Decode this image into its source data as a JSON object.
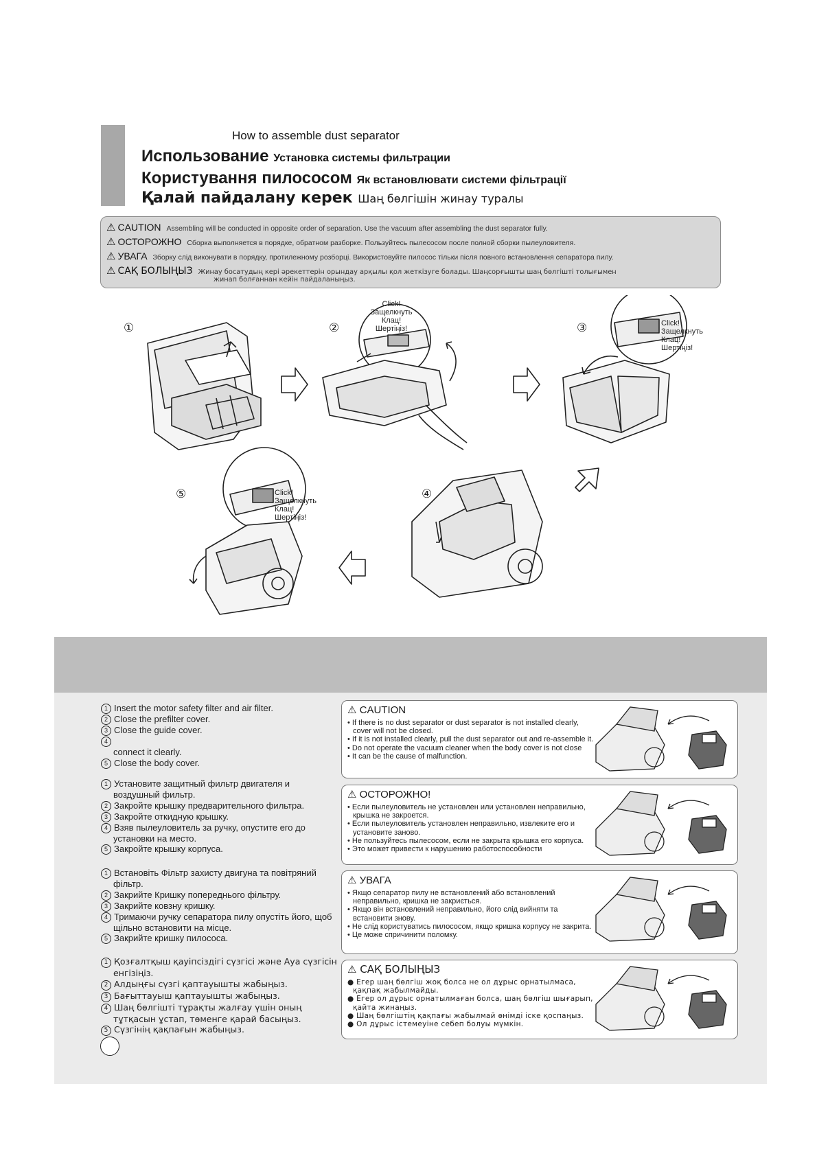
{
  "header": {
    "title_en": "How to assemble dust separator",
    "lines": [
      {
        "main": "Использование",
        "sub": "Установка системы фильтрации"
      },
      {
        "main": "Користування пилососом",
        "sub": "Як встановлювати системи фільтрації"
      },
      {
        "main": "Қалай пайдалану керек",
        "sub": "Шаң бөлгішін жинау туралы"
      }
    ]
  },
  "top_caution": {
    "rows": [
      {
        "label": "CAUTION",
        "text": "Assembling will be conducted in opposite order of separation. Use the vacuum after assembling the dust separator fully."
      },
      {
        "label": "ОСТОРОЖНО",
        "text": "Сборка выполняется в порядке, обратном разборке. Пользуйтесь пылесосом после полной сборки пылеуловителя."
      },
      {
        "label": "УВАГА",
        "text": "Зборку слід виконувати в порядку, протилежному розборці. Використовуйте пилосос тільки після повного встановлення сепаратора пилу."
      },
      {
        "label": "САҚ БОЛЫҢЫЗ",
        "text": "Жинау босатудың кері әрекеттерін орындау арқылы қол жеткізуге болады. Шаңсорғышты шаң бөлгішті толығымен",
        "text2": "жинап болғаннан кейін пайдаланыңыз."
      }
    ]
  },
  "steps": {
    "n1": "①",
    "n2": "②",
    "n3": "③",
    "n4": "④",
    "n5": "⑤",
    "click": [
      "Click!",
      "Защелкнуть",
      "Клац!",
      "Шертіңіз!"
    ]
  },
  "instructions": {
    "en": [
      {
        "n": "1",
        "t": "Insert the motor safety filter and air filter."
      },
      {
        "n": "2",
        "t": "Close the prefilter cover."
      },
      {
        "n": "3",
        "t": "Close the guide cover."
      },
      {
        "n": "4",
        "t": ""
      },
      {
        "n": "",
        "t": "connect it clearly."
      },
      {
        "n": "5",
        "t": "Close the body cover."
      }
    ],
    "ru": [
      {
        "n": "1",
        "t": "Установите защитный фильтр двигателя и воздушный фильтр."
      },
      {
        "n": "2",
        "t": "Закройте крышку предварительного фильтра."
      },
      {
        "n": "3",
        "t": "Закройте откидную крышку."
      },
      {
        "n": "4",
        "t": "Взяв пылеуловитель за ручку, опустите его до установки на место."
      },
      {
        "n": "5",
        "t": "Закройте крышку корпуса."
      }
    ],
    "uk": [
      {
        "n": "1",
        "t": "Встановіть Фільтр захисту двигуна та повітряний фільтр."
      },
      {
        "n": "2",
        "t": "Закрийте Кришку попереднього фільтру."
      },
      {
        "n": "3",
        "t": "Закрийте ковзну кришку."
      },
      {
        "n": "4",
        "t": "Тримаючи ручку сепаратора пилу опустіть його, щоб щільно встановити на місце."
      },
      {
        "n": "5",
        "t": "Закрийте кришку пилососа."
      }
    ],
    "kz": [
      {
        "n": "1",
        "t": "Қозғалтқыш қауіпсіздігі сүзгісі және Ауа сүзгісін енгізіңіз."
      },
      {
        "n": "2",
        "t": "Алдыңғы сүзгі қаптауышты жабыңыз."
      },
      {
        "n": "3",
        "t": "Бағыттауыш қаптауышты жабыңыз."
      },
      {
        "n": "4",
        "t": "Шаң бөлгішті тұрақты жалғау үшін оның тұтқасын ұстап, төменге қарай басыңыз."
      },
      {
        "n": "5",
        "t": "Сүзгінің қақпағын жабыңыз."
      }
    ]
  },
  "notes": [
    {
      "label": "CAUTION",
      "items": [
        "If there is no dust separator or dust separator is not installed clearly, cover will not be closed.",
        "If it is not installed clearly, pull the dust separator out and re-assemble it.",
        "Do not operate the vacuum cleaner when the body cover is not close",
        "It can be the cause of malfunction."
      ]
    },
    {
      "label": "ОСТОРОЖНО!",
      "items": [
        "Если пылеуловитель не установлен или установлен неправильно, крышка не закроется.",
        "Если пылеуловитель установлен неправильно, извлеките его и установите заново.",
        "Не пользуйтесь пылесосом, если не закрыта крышка его корпуса.",
        "Это может привести к нарушению работоспособности"
      ]
    },
    {
      "label": "УВАГА",
      "items": [
        "Якщо сепаратор пилу не встановлений або встановлений неправильно, кришка не закриється.",
        "Якщо він встановлений неправильно, його слід вийняти та встановити знову.",
        "Не слід користуватись пилососом, якщо кришка корпусу не закрита.",
        "Це може спричинити поломку."
      ]
    },
    {
      "label": "САҚ БОЛЫҢЫЗ",
      "items": [
        "Егер шаң бөлгіш жоқ болса не ол дұрыс орнатылмаса, қақпақ жабылмайды.",
        "Егер ол дұрыс орнатылмаған болса, шаң бөлгіш шығарып, қайта жинаңыз.",
        "Шаң бөлгіштің қақпағы жабылмай өнімді іске қоспаңыз.",
        "Ол дұрыс істемеуіне себеп болуы мүмкін."
      ]
    }
  ]
}
